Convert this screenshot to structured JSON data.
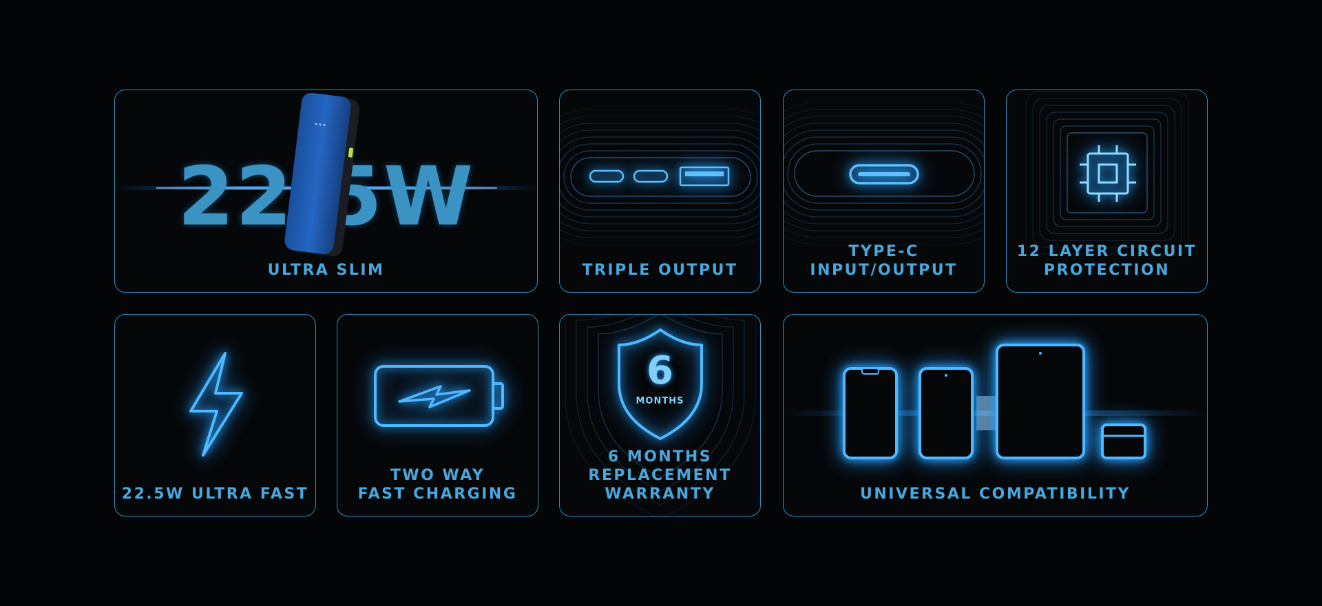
{
  "cards": {
    "ultra_slim": {
      "headline": "22.5W",
      "label": "ULTRA SLIM"
    },
    "triple_output": {
      "label": "TRIPLE OUTPUT"
    },
    "type_c": {
      "label_line1": "TYPE-C",
      "label_line2": "INPUT/OUTPUT"
    },
    "circuit": {
      "label_line1": "12 LAYER CIRCUIT",
      "label_line2": "PROTECTION"
    },
    "ultra_fast": {
      "label": "22.5W ULTRA FAST"
    },
    "two_way": {
      "label_line1": "TWO WAY",
      "label_line2": "FAST CHARGING"
    },
    "warranty": {
      "shield_number": "6",
      "shield_text": "MONTHS",
      "label_line1": "6 MONTHS",
      "label_line2": "REPLACEMENT",
      "label_line3": "WARRANTY"
    },
    "universal": {
      "label": "UNIVERSAL COMPATIBILITY"
    }
  },
  "colors": {
    "background": "#030506",
    "border": "#2f8fc4",
    "label": "#4aa7dc",
    "glow": "#2aa3ff",
    "device_blue": "#1f5fb4"
  },
  "icons": [
    "power-bank-image",
    "usb-c-port-icon",
    "usb-a-port-icon",
    "chip-icon",
    "lightning-icon",
    "battery-charging-icon",
    "shield-icon",
    "phone-icon",
    "tablet-icon",
    "card-icon"
  ]
}
